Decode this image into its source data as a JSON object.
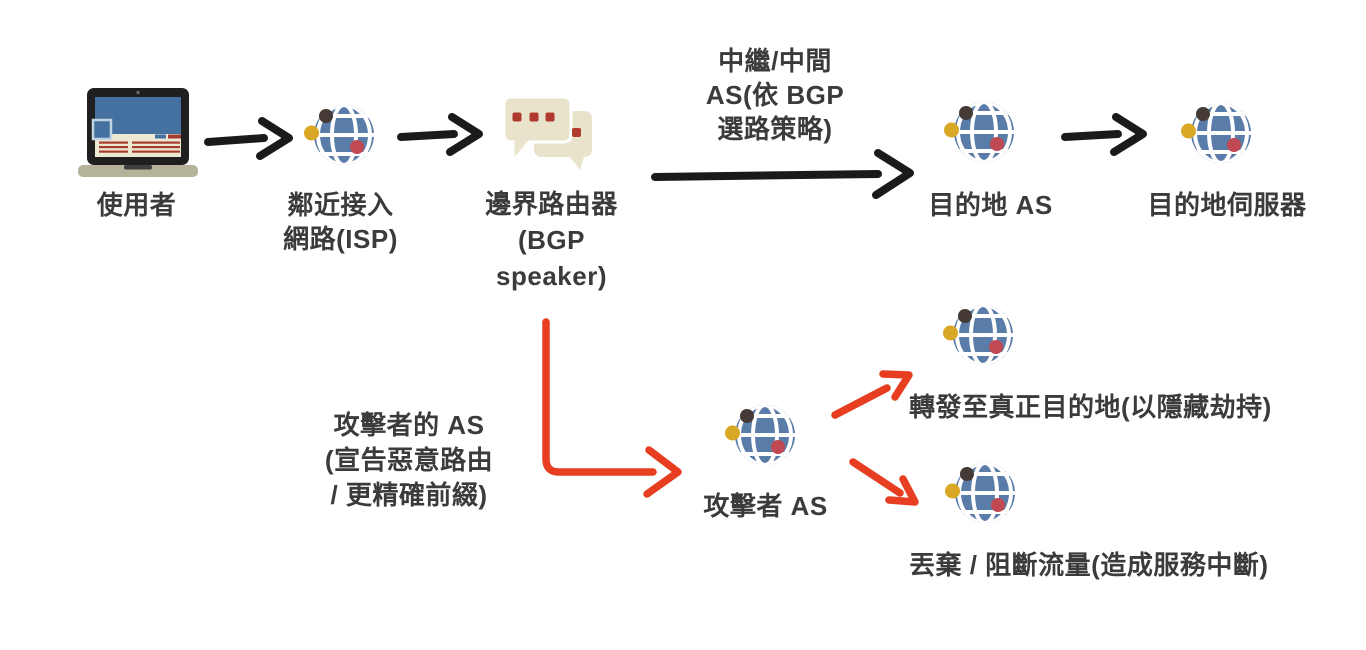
{
  "diagram_title": "BGP route hijack flow",
  "flow": {
    "user": {
      "label": "使用者",
      "icon": "laptop-icon"
    },
    "isp": {
      "label": "鄰近接入\n網路(ISP)",
      "icon": "globe-icon"
    },
    "border_router": {
      "label": "邊界路由器\n(BGP\nspeaker)",
      "icon": "chat-bubbles-icon"
    },
    "relay_annotation": "中繼/中間\nAS(依 BGP\n選路策略)",
    "destination_as": {
      "label": "目的地 AS",
      "icon": "globe-icon"
    },
    "destination_server": {
      "label": "目的地伺服器",
      "icon": "globe-icon"
    }
  },
  "attack": {
    "attacker_annotation": "攻擊者的 AS\n(宣告惡意路由\n/ 更精確前綴)",
    "attacker_as": {
      "label": "攻擊者 AS",
      "icon": "globe-icon"
    },
    "forward_branch": {
      "label": "轉發至真正目的地(以隱藏劫持)",
      "icon": "globe-icon"
    },
    "drop_branch": {
      "label": "丟棄 / 阻斷流量(造成服務中斷)",
      "icon": "globe-icon"
    }
  },
  "colors": {
    "text": "#3B3B3B",
    "arrow_black": "#1A1A1A",
    "arrow_red": "#E73D20",
    "globe_blue": "#5A7CA8",
    "globe_grid": "#FFFFFF",
    "globe_dot_dark": "#453A36",
    "globe_dot_yellow": "#D9A827",
    "globe_dot_red": "#C14954",
    "bubble_cream": "#E9E3CC",
    "bubble_dot_red": "#B03A2E",
    "laptop_frame": "#1F1F1F",
    "laptop_screen_blue": "#44719F",
    "laptop_panel_cream": "#EDE8D2",
    "laptop_line_red": "#A63B30",
    "laptop_base": "#B5B29A"
  }
}
